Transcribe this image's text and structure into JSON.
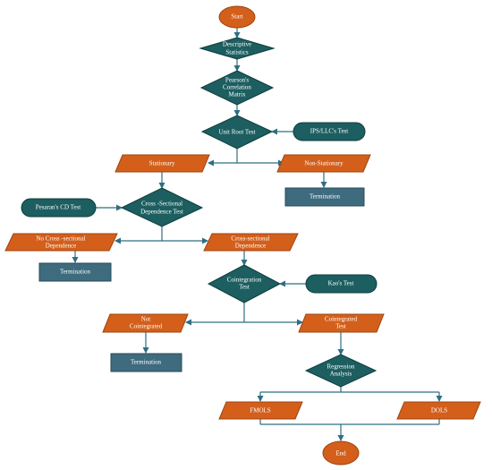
{
  "colors": {
    "orange": "#d35f1b",
    "orange_edge": "#9e4410",
    "teal": "#1d5e60",
    "teal_edge": "#0f3d3f",
    "slate": "#3e6b7e",
    "slate_edge": "#284b5a",
    "arrow": "#2f6f82"
  },
  "nodes": {
    "start": "Start",
    "descriptive_1": "Descriptive",
    "descriptive_2": "Statistics",
    "pearson_1": "Pearson's",
    "pearson_2": "Correlation",
    "pearson_3": "Matrix",
    "unit_root": "Unit Root Test",
    "ips_llc": "IPS/LLC's Test",
    "stationary": "Stationary",
    "non_stationary": "Non-Stationary",
    "termination_1": "Termination",
    "pesaran": "Pesaran's CD Test",
    "csd_1": "Cross -Sectional",
    "csd_2": "Dependence Test",
    "no_csd_1": "No Cross -sectional",
    "no_csd_2": "Dependence",
    "csd_yes_1": "Cross-sectional",
    "csd_yes_2": "Dependence",
    "termination_2": "Termination",
    "coint_1": "Cointegration",
    "coint_2": "Test",
    "kao": "Kao's Test",
    "not_coint_1": "Not",
    "not_coint_2": "Cointegrated",
    "coint_yes_1": "Cointegrated",
    "coint_yes_2": "Test",
    "termination_3": "Termination",
    "regression_1": "Regression",
    "regression_2": "Analysis",
    "fmols": "FMOLS",
    "dols": "DOLS",
    "end": "End"
  }
}
